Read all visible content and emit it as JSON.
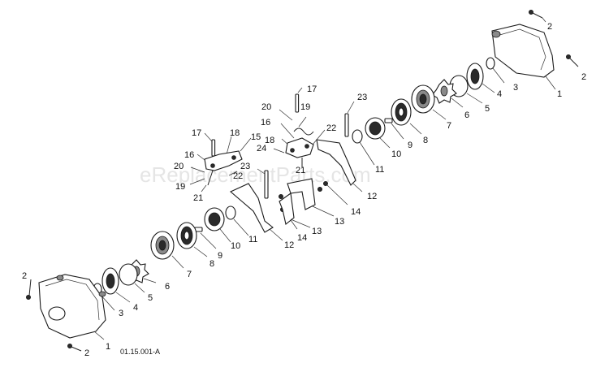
{
  "diagram": {
    "catalog_code": "01.15.001-A",
    "watermark": "eReplacementParts.com",
    "callouts": {
      "c_2_top": "2",
      "c_2_right": "2",
      "c_1_top": "1",
      "c_3_top": "3",
      "c_4_top": "4",
      "c_5_top": "5",
      "c_6_top": "6",
      "c_7_top": "7",
      "c_8_top": "8",
      "c_9_top": "9",
      "c_10_top": "10",
      "c_11_top": "11",
      "c_12_top": "12",
      "c_13_top": "13",
      "c_14_top": "14",
      "c_23_top": "23",
      "c_17_mid": "17",
      "c_20_mid": "20",
      "c_19_mid": "19",
      "c_16_mid": "16",
      "c_22_mid": "22",
      "c_18_mid": "18",
      "c_24_mid": "24",
      "c_21_mid": "21",
      "c_17_left": "17",
      "c_18_left": "18",
      "c_15_left": "15",
      "c_16_left": "16",
      "c_20_left": "20",
      "c_19_left": "19",
      "c_22_left": "22",
      "c_21_left": "21",
      "c_23_left": "23",
      "c_12_bot": "12",
      "c_13_bot": "13",
      "c_14_bot": "14",
      "c_11_bot": "11",
      "c_10_bot": "10",
      "c_9_bot": "9",
      "c_8_bot": "8",
      "c_7_bot": "7",
      "c_6_bot": "6",
      "c_5_bot": "5",
      "c_4_bot": "4",
      "c_3_bot": "3",
      "c_1_bot": "1",
      "c_2_left": "2",
      "c_2_bot": "2"
    }
  }
}
